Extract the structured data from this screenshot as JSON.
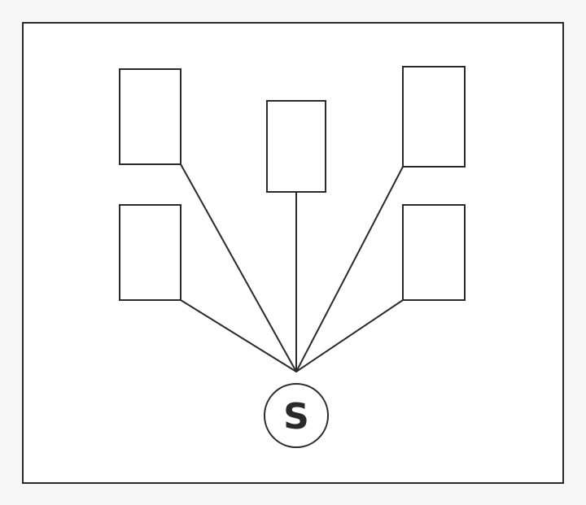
{
  "diagram": {
    "source": {
      "label": "S"
    },
    "nodes": [
      {
        "id": "top-left"
      },
      {
        "id": "bottom-left"
      },
      {
        "id": "center"
      },
      {
        "id": "top-right"
      },
      {
        "id": "bottom-right"
      }
    ],
    "edges": [
      {
        "from": "source",
        "to": "top-left"
      },
      {
        "from": "source",
        "to": "bottom-left"
      },
      {
        "from": "source",
        "to": "center"
      },
      {
        "from": "source",
        "to": "top-right"
      },
      {
        "from": "source",
        "to": "bottom-right"
      }
    ],
    "colors": {
      "stroke": "#2a2a2a",
      "fill": "#ffffff",
      "background": "#f7f7f7"
    }
  }
}
